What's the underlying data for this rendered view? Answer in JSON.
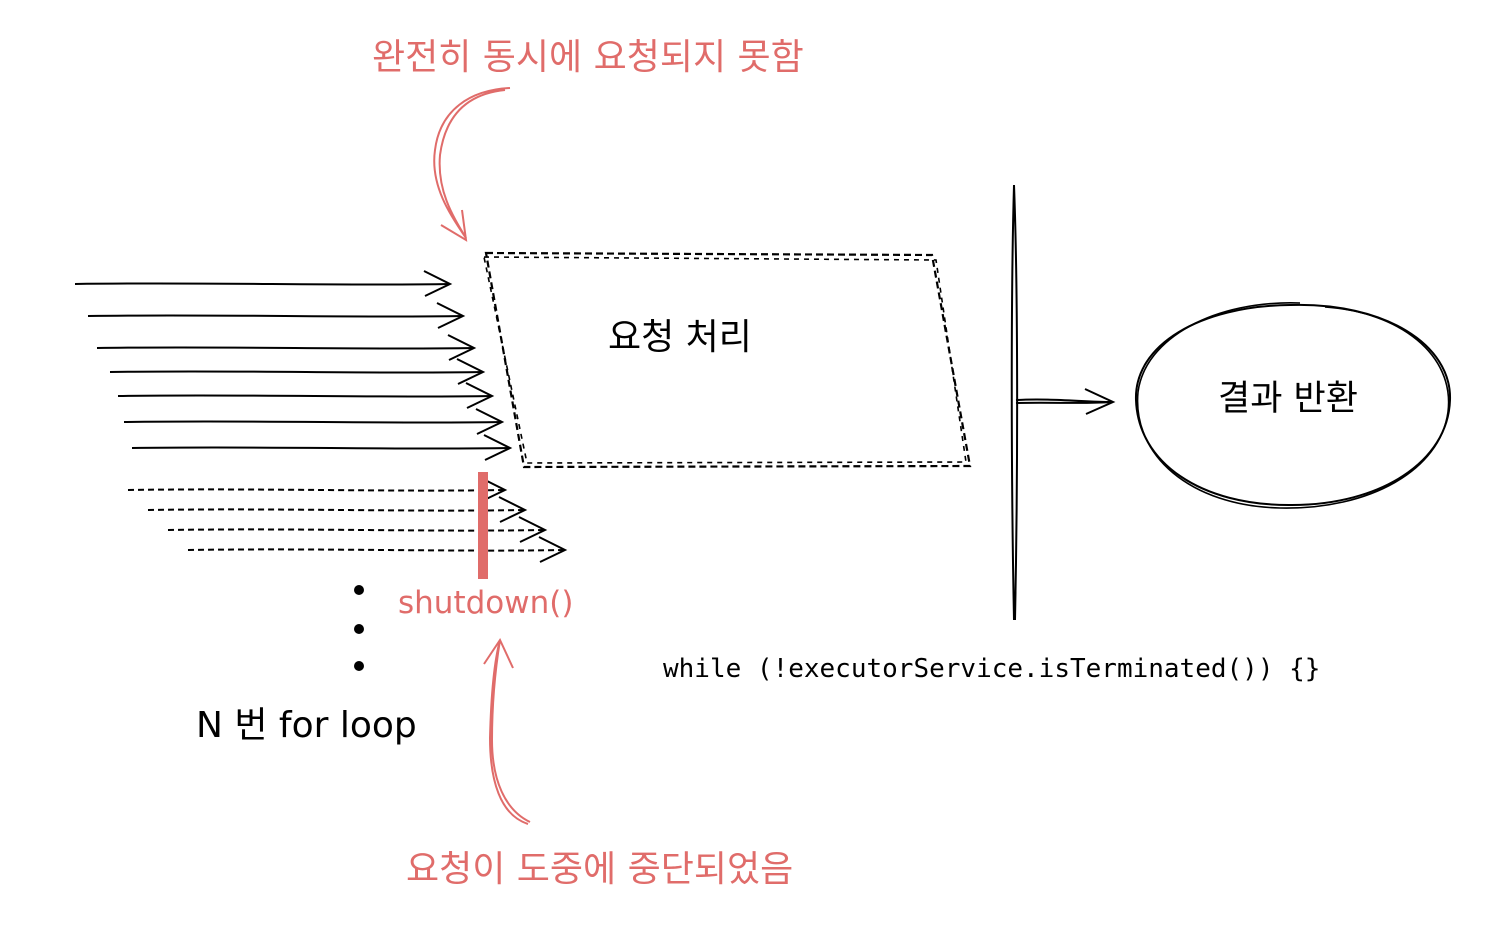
{
  "annotations": {
    "top_note": "완전히 동시에 요청되지 못함",
    "bottom_note": "요청이 도중에 중단되었음",
    "shutdown_call": "shutdown()",
    "loop_label": "N 번 for loop",
    "wait_loop_code": "while (!executorService.isTerminated()) {}"
  },
  "nodes": {
    "request_processing": "요청 처리",
    "return_result": "결과 반환"
  },
  "requests": {
    "completed_count": 7,
    "interrupted_count": 4
  },
  "colors": {
    "annotation": "#e06c6a",
    "stroke": "#000000"
  }
}
